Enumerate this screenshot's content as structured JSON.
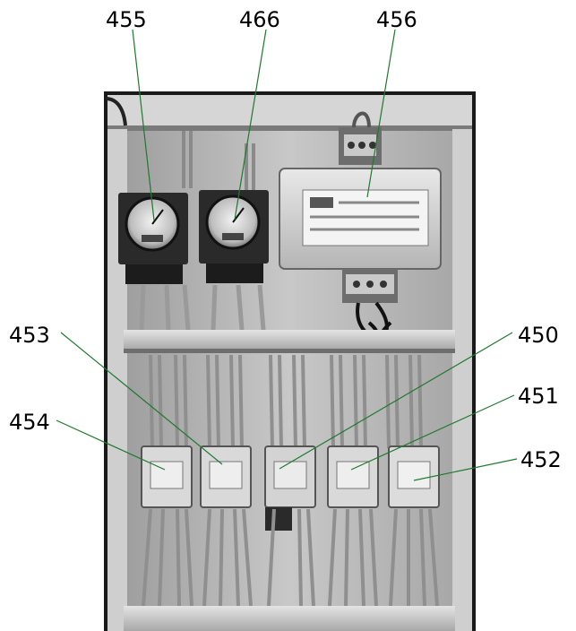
{
  "colors": {
    "leader": "#1f7a2e",
    "label": "#000000",
    "photo_frame": "#111111"
  },
  "callouts": [
    {
      "id": "455",
      "label": "455"
    },
    {
      "id": "466",
      "label": "466"
    },
    {
      "id": "456",
      "label": "456"
    },
    {
      "id": "450",
      "label": "450"
    },
    {
      "id": "453",
      "label": "453"
    },
    {
      "id": "451",
      "label": "451"
    },
    {
      "id": "454",
      "label": "454"
    },
    {
      "id": "452",
      "label": "452"
    }
  ]
}
